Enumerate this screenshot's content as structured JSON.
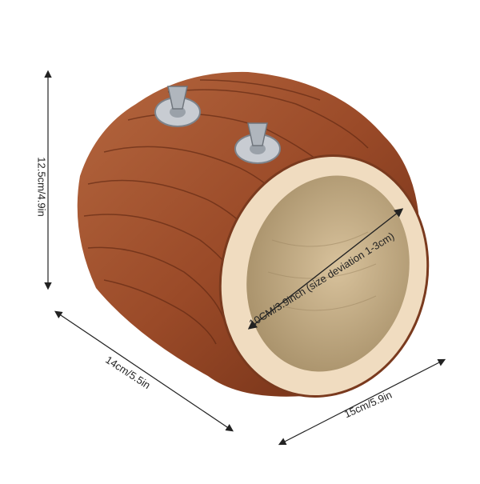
{
  "dimensions": {
    "height": "12.5cm/4.9in",
    "depth": "14cm/5.5in",
    "width": "15cm/5.9in",
    "inner": "10CM/3.9inch (size deviation 1-3cm)"
  },
  "colors": {
    "bark_dark": "#6b2c14",
    "bark_mid": "#9a4a28",
    "bark_light": "#b5673f",
    "wood_rim": "#f0dcc0",
    "wood_inner": "#c9b08a",
    "line": "#222222"
  }
}
